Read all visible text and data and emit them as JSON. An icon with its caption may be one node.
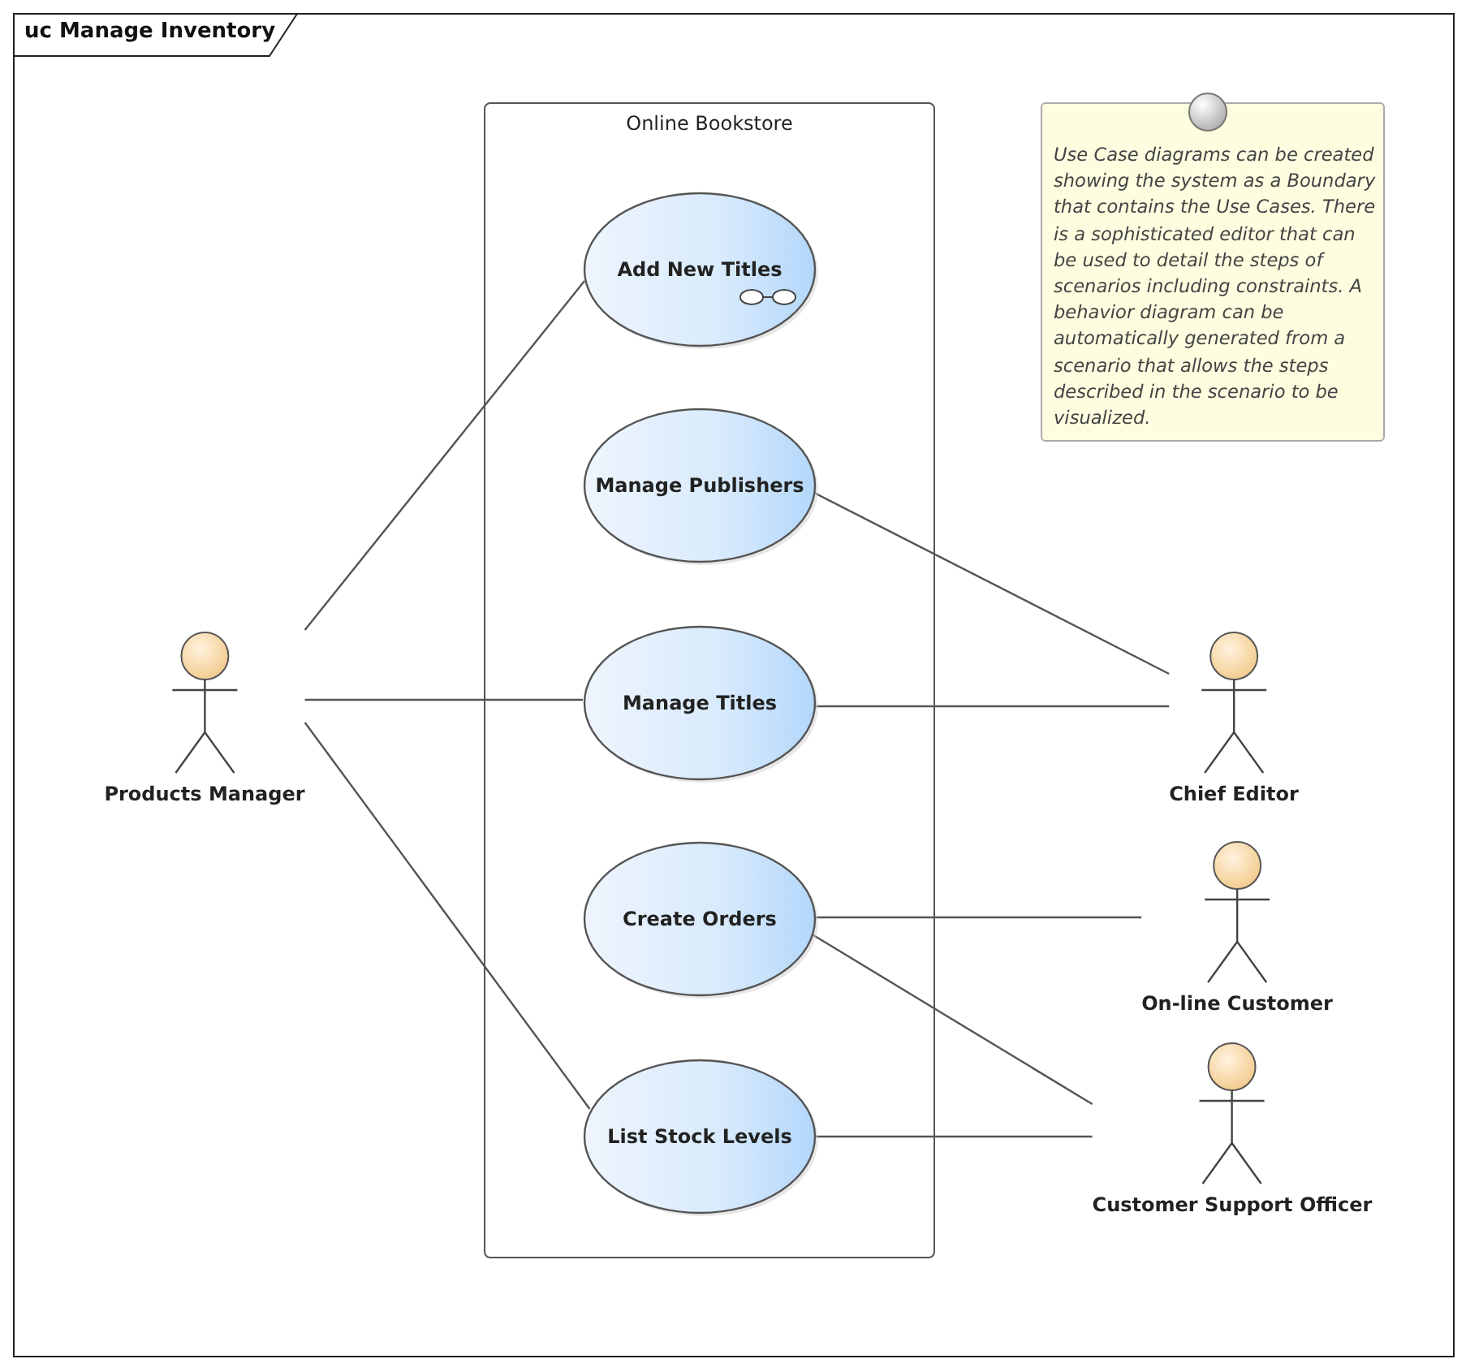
{
  "diagram": {
    "title": "uc Manage Inventory",
    "nodes": [
      {
        "text": [
          "Online Bookstore"
        ]
      },
      {
        "text": [
          "Add New Titles"
        ],
        "in": 0
      },
      {
        "text": [
          "Manage Publishers"
        ],
        "in": 0
      },
      {
        "text": [
          "Manage Titles"
        ],
        "in": 0
      },
      {
        "text": [
          "Create Orders"
        ],
        "in": 0
      },
      {
        "text": [
          "List Stock Levels"
        ],
        "in": 0
      },
      {
        "text": [
          "Products Manager"
        ]
      },
      {
        "text": [
          "Chief Editor"
        ]
      },
      {
        "text": [
          "On-line Customer"
        ]
      },
      {
        "text": [
          "Customer Support Officer"
        ]
      },
      {
        "text": [
          "Use Case diagrams can be created showing the system as a Boundary that contains the Use Cases. There is a sophisticated editor that can be used to detail the steps of scenarios including constraints. A behavior diagram can be automatically generated from a scenario that allows the steps described in the scenario to be visualized."
        ]
      }
    ],
    "edges": [
      {
        "from": 6,
        "to": 1,
        "arrow": "none"
      },
      {
        "from": 6,
        "to": 3,
        "arrow": "none"
      },
      {
        "from": 6,
        "to": 5,
        "arrow": "none"
      },
      {
        "from": 2,
        "to": 7,
        "arrow": "none"
      },
      {
        "from": 3,
        "to": 7,
        "arrow": "none"
      },
      {
        "from": 4,
        "to": 8,
        "arrow": "none"
      },
      {
        "from": 4,
        "to": 9,
        "arrow": "none"
      },
      {
        "from": 5,
        "to": 9,
        "arrow": "none"
      }
    ]
  }
}
